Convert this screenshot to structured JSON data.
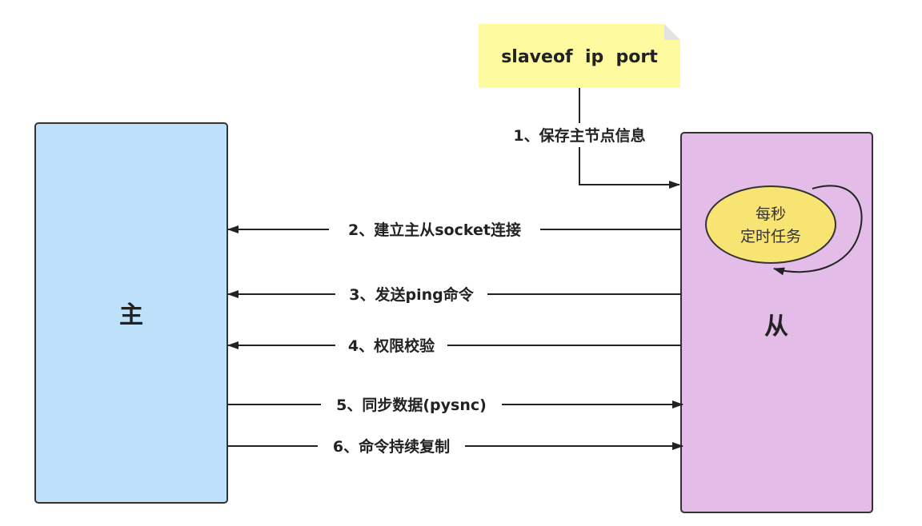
{
  "master": {
    "label": "主",
    "fill": "#bde0fb",
    "stroke": "#333333"
  },
  "slave": {
    "label": "从",
    "fill": "#e3bde8",
    "stroke": "#333333"
  },
  "command_note": {
    "text": "slaveof  ip  port",
    "fill": "#fdfaa0"
  },
  "timer": {
    "line1": "每秒",
    "line2": "定时任务",
    "fill": "#f8e473"
  },
  "steps": {
    "s1": "1、保存主节点信息",
    "s2": "2、建立主从socket连接",
    "s3": "3、发送ping命令",
    "s4": "4、权限校验",
    "s5": "5、同步数据(pysnc)",
    "s6": "6、命令持续复制"
  }
}
